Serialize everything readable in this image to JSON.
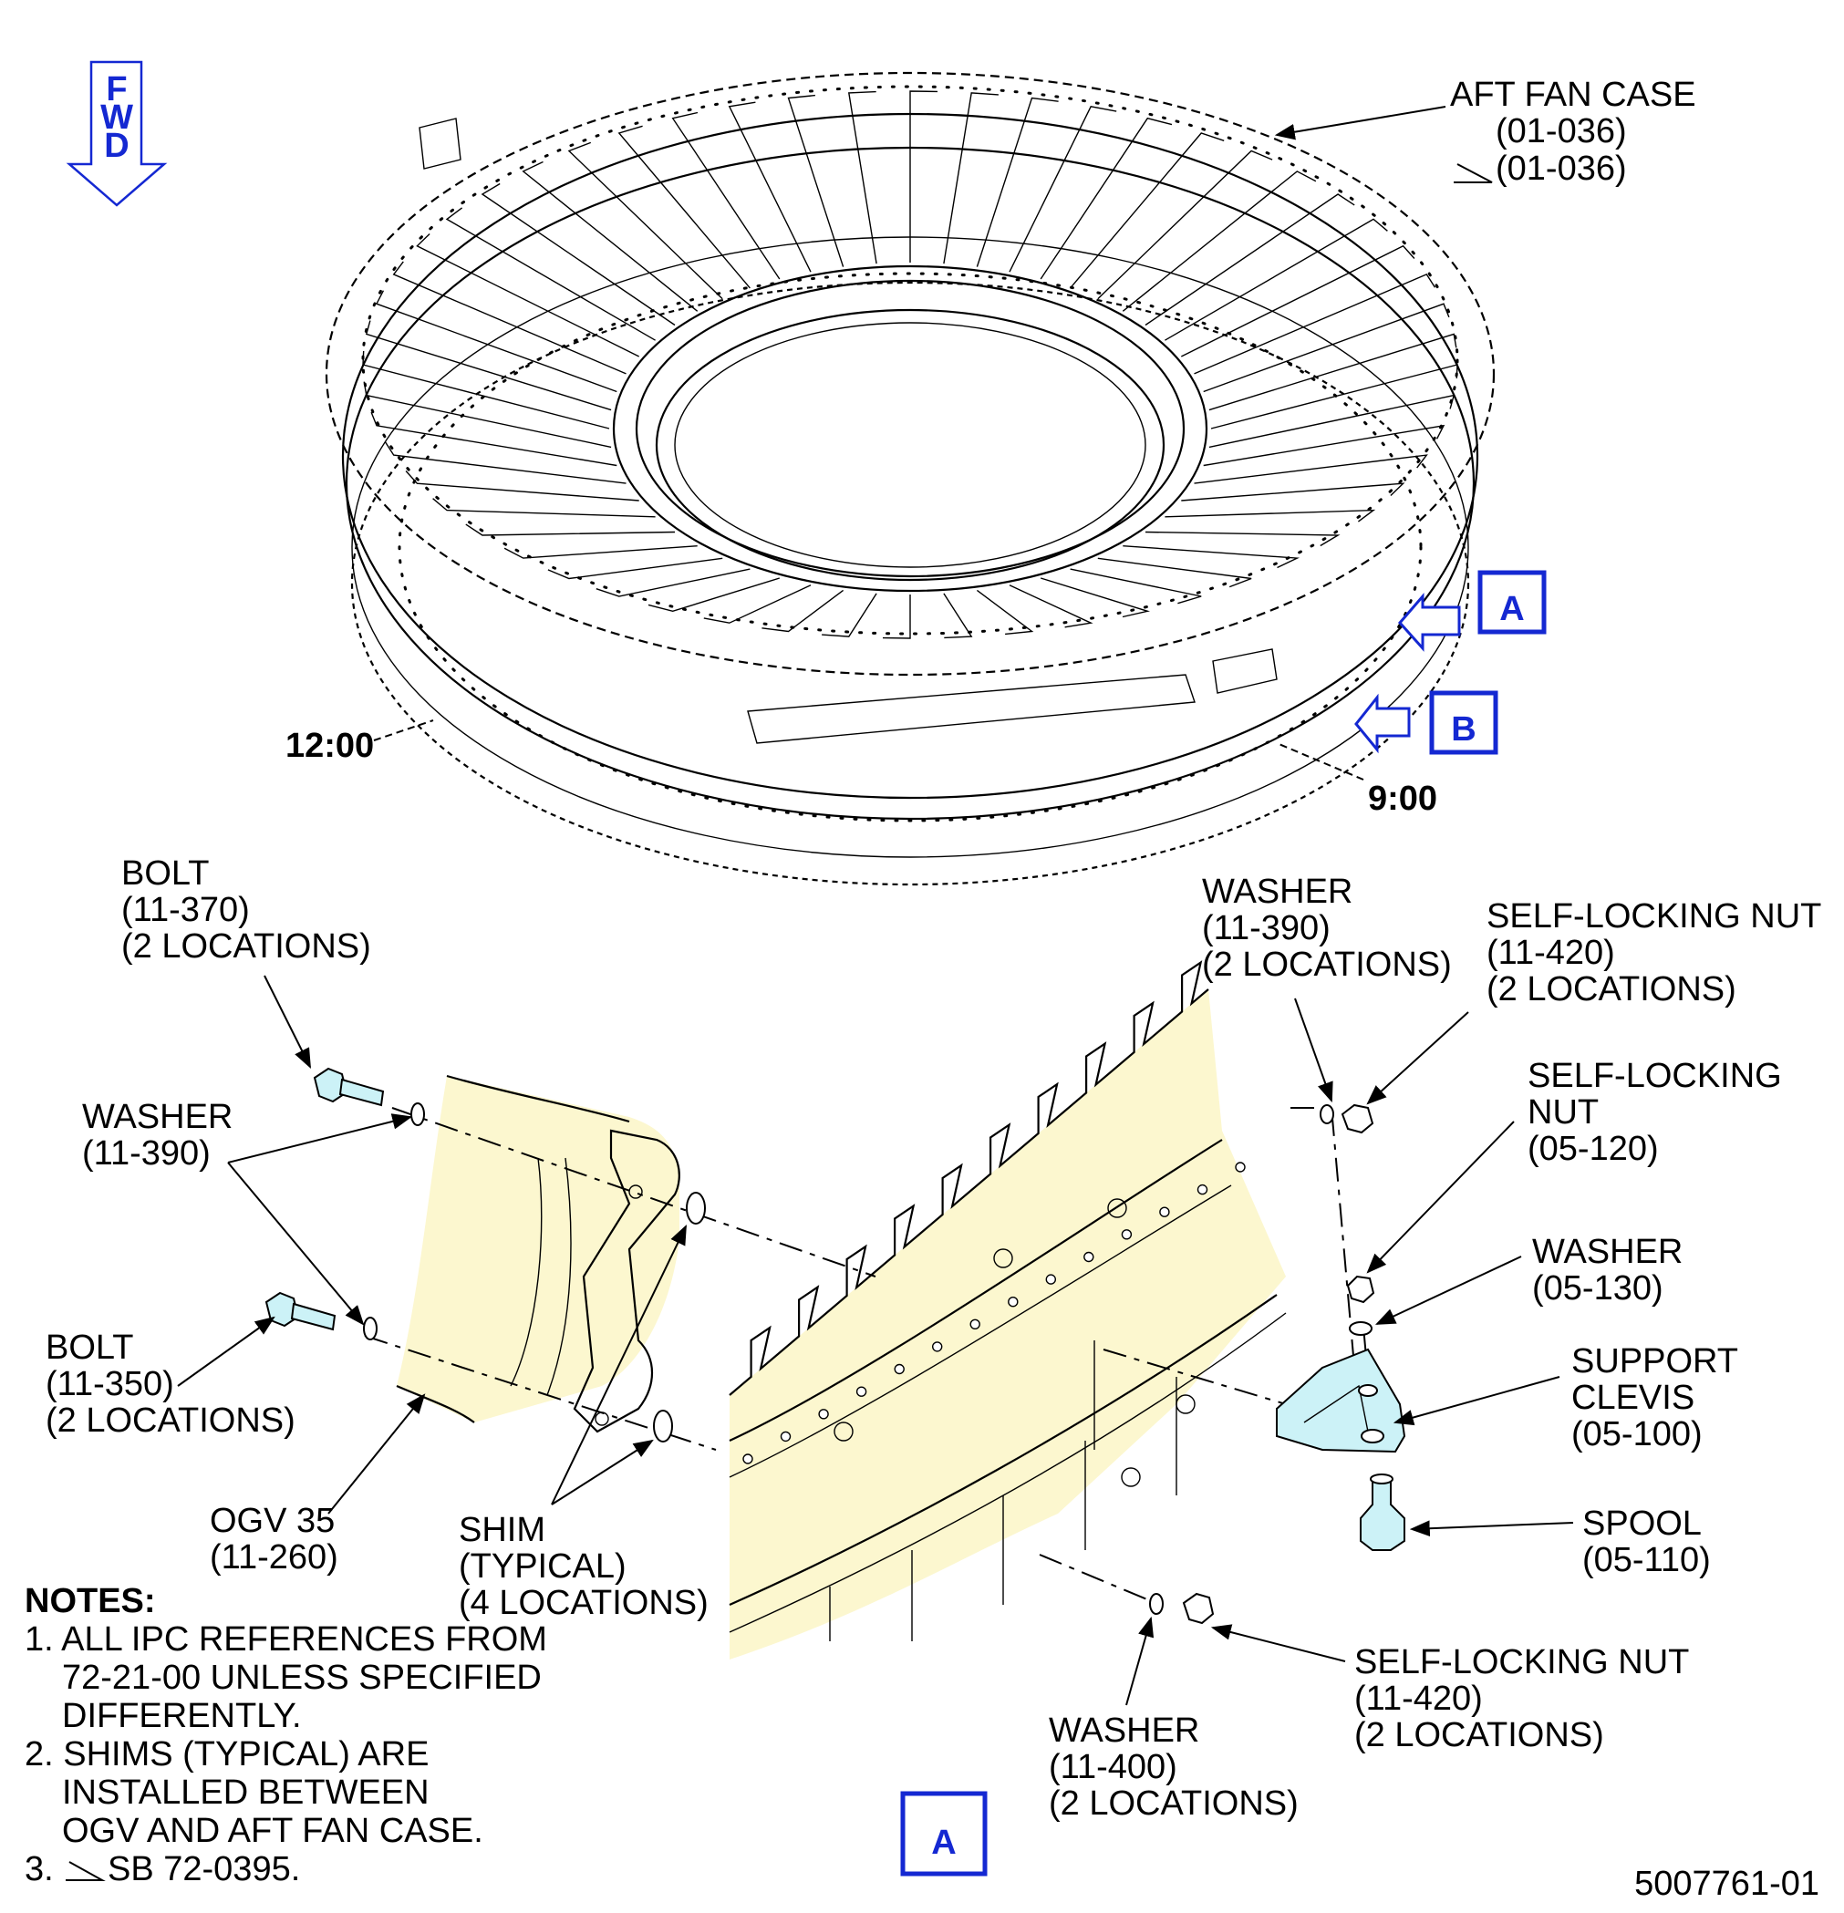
{
  "fwd_indicator": {
    "letters": [
      "F",
      "W",
      "D"
    ]
  },
  "case_view": {
    "aft_fan_case": {
      "line1": "AFT FAN CASE",
      "line2": "(01-036)",
      "line3": "(01-036)"
    },
    "clock_12": "12:00",
    "clock_9": "9:00",
    "view_a_tag": "A",
    "view_b_tag": "B"
  },
  "detail_a": {
    "bolt_top": {
      "name": "BOLT",
      "ref": "(11-370)",
      "qty": "(2 LOCATIONS)"
    },
    "washer_left": {
      "name": "WASHER",
      "ref": "(11-390)"
    },
    "bolt_bottom": {
      "name": "BOLT",
      "ref": "(11-350)",
      "qty": "(2 LOCATIONS)"
    },
    "ogv": {
      "name": "OGV 35",
      "ref": "(11-260)"
    },
    "shim": {
      "name": "SHIM",
      "typ": "(TYPICAL)",
      "qty": "(4 LOCATIONS)"
    },
    "washer_top": {
      "name": "WASHER",
      "ref": "(11-390)",
      "qty": "(2 LOCATIONS)"
    },
    "nut_top": {
      "name": "SELF-LOCKING NUT",
      "ref": "(11-420)",
      "qty": "(2 LOCATIONS)"
    },
    "nut_clevis": {
      "line1": "SELF-LOCKING",
      "line2": "NUT",
      "ref": "(05-120)"
    },
    "washer_clevis": {
      "name": "WASHER",
      "ref": "(05-130)"
    },
    "support_clevis": {
      "line1": "SUPPORT",
      "line2": "CLEVIS",
      "ref": "(05-100)"
    },
    "spool": {
      "name": "SPOOL",
      "ref": "(05-110)"
    },
    "nut_bottom": {
      "name": "SELF-LOCKING NUT",
      "ref": "(11-420)",
      "qty": "(2 LOCATIONS)"
    },
    "washer_bottom": {
      "name": "WASHER",
      "ref": "(11-400)",
      "qty": "(2 LOCATIONS)"
    },
    "view_title": "A"
  },
  "notes": {
    "heading": "NOTES:",
    "lines": [
      "1. ALL IPC REFERENCES FROM",
      "72-21-00 UNLESS SPECIFIED",
      "DIFFERENTLY.",
      "2. SHIMS (TYPICAL) ARE",
      "INSTALLED BETWEEN",
      "OGV AND AFT FAN CASE.",
      "3.",
      "SB 72-0395."
    ]
  },
  "figure_number": "5007761-01",
  "colors": {
    "callout_blue": "#1428d2",
    "highlight_yellow": "#fcf7cf",
    "part_cyan": "#ccf2f7"
  }
}
